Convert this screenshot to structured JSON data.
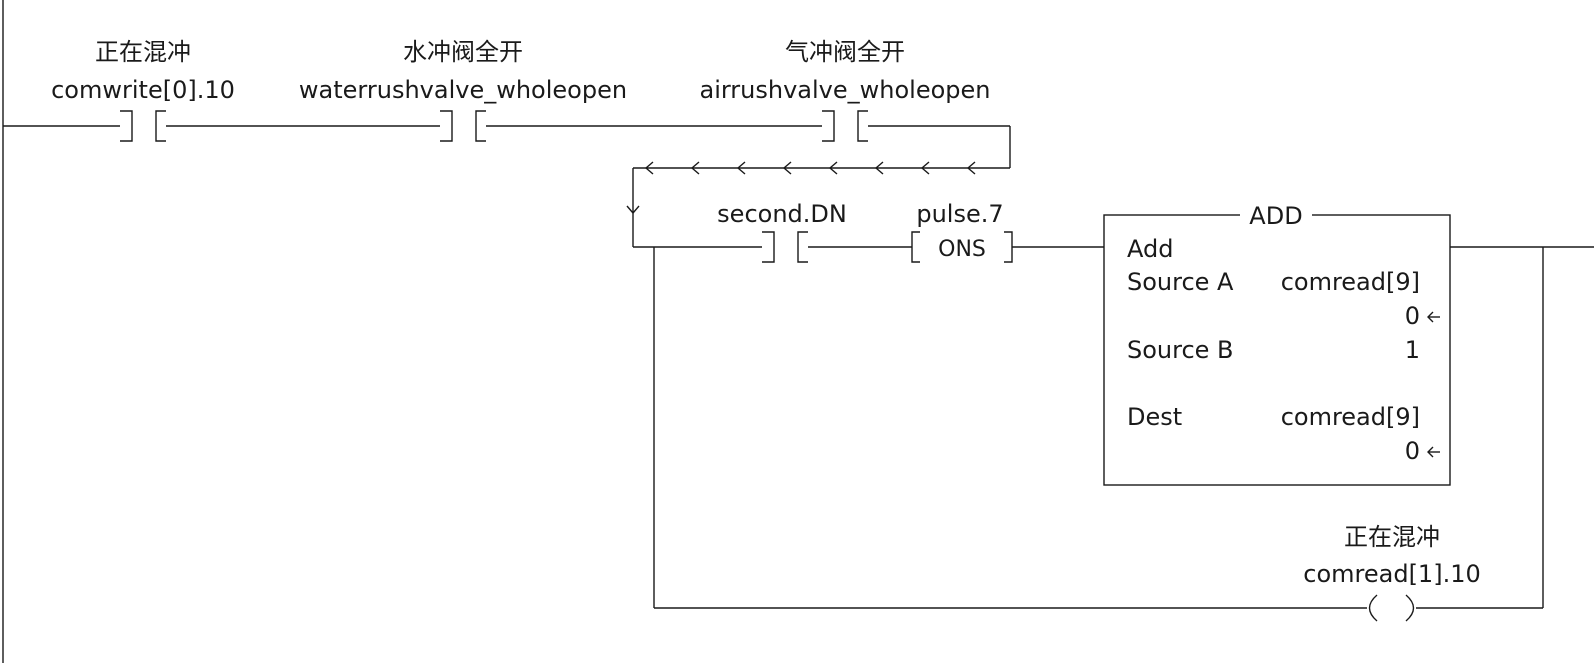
{
  "rung": {
    "contacts": [
      {
        "id": "c1",
        "desc": "正在混冲",
        "tag": "comwrite[0].10"
      },
      {
        "id": "c2",
        "desc": "水冲阀全开",
        "tag": "waterrushvalve_wholeopen"
      },
      {
        "id": "c3",
        "desc": "气冲阀全开",
        "tag": "airrushvalve_wholeopen"
      },
      {
        "id": "c4",
        "tag": "second.DN"
      }
    ],
    "ons": {
      "tag": "pulse.7",
      "label": "ONS"
    },
    "add": {
      "title": "ADD",
      "name": "Add",
      "source_a_label": "Source A",
      "source_a_tag": "comread[9]",
      "source_a_value": "0",
      "source_b_label": "Source B",
      "source_b_value": "1",
      "dest_label": "Dest",
      "dest_tag": "comread[9]",
      "dest_value": "0"
    },
    "coil": {
      "desc": "正在混冲",
      "tag": "comread[1].10"
    }
  }
}
